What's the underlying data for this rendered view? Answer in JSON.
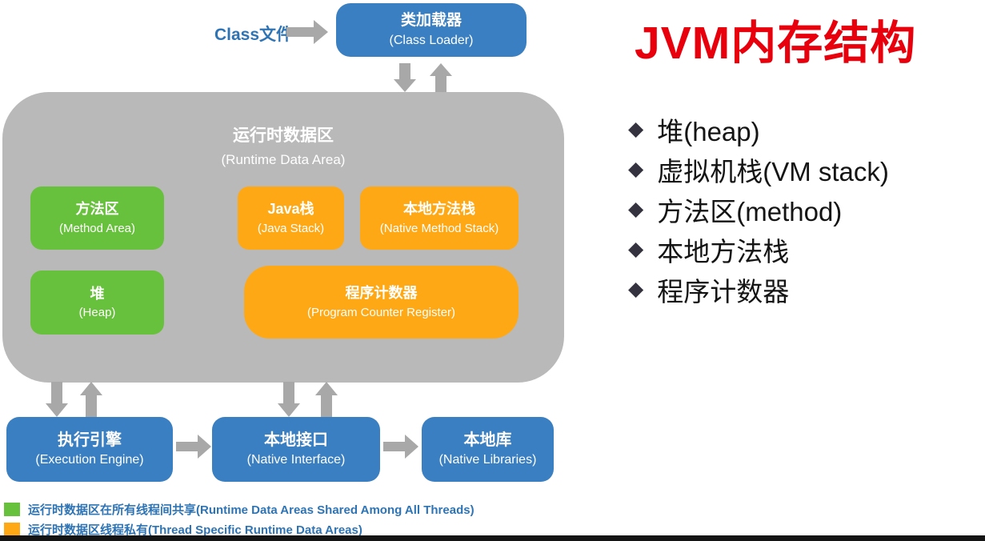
{
  "colors": {
    "blue_box": "#3A7FC1",
    "green_box": "#68C13C",
    "orange_box": "#FFA816",
    "gray_area": "#B9B9B9",
    "arrow_gray": "#A8A8A8",
    "legend_text_blue": "#2E74B5",
    "title_red": "#E8000D"
  },
  "diagram": {
    "class_file_label": "Class文件",
    "class_loader": {
      "zh": "类加载器",
      "en": "(Class Loader)"
    },
    "runtime_data_area": {
      "zh": "运行时数据区",
      "en": "(Runtime Data Area)"
    },
    "method_area": {
      "zh": "方法区",
      "en": "(Method Area)"
    },
    "heap": {
      "zh": "堆",
      "en": "(Heap)"
    },
    "java_stack": {
      "zh": "Java栈",
      "en": "(Java Stack)"
    },
    "native_method_stack": {
      "zh": "本地方法栈",
      "en": "(Native Method Stack)"
    },
    "program_counter": {
      "zh": "程序计数器",
      "en": "(Program Counter Register)"
    },
    "execution_engine": {
      "zh": "执行引擎",
      "en": "(Execution Engine)"
    },
    "native_interface": {
      "zh": "本地接口",
      "en": "(Native Interface)"
    },
    "native_libraries": {
      "zh": "本地库",
      "en": "(Native Libraries)"
    }
  },
  "legend": {
    "shared": "运行时数据区在所有线程间共享(Runtime Data Areas Shared Among All Threads)",
    "thread_private": "运行时数据区线程私有(Thread Specific Runtime Data Areas)"
  },
  "panel": {
    "title": "JVM内存结构",
    "bullets": [
      "堆(heap)",
      "虚拟机栈(VM stack)",
      "方法区(method)",
      "本地方法栈",
      "程序计数器"
    ]
  }
}
